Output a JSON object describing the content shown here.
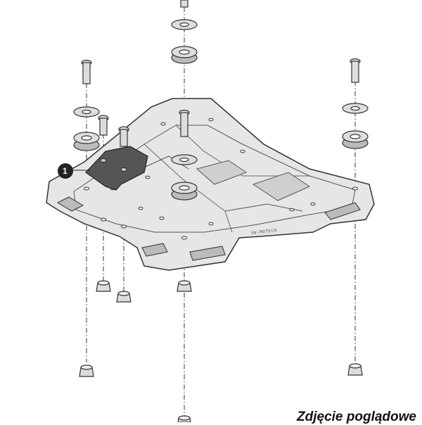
{
  "callout": {
    "number": "1"
  },
  "plate": {
    "engraving": "SW-MOTECH"
  },
  "caption": {
    "text": "Zdjęcie poglądowe"
  },
  "colors": {
    "plate_fill": "#e6e6e6",
    "line": "#333333",
    "bracket_fill": "#555555",
    "callout_bg": "#222222",
    "hardware_fill": "#d9d9d9"
  }
}
